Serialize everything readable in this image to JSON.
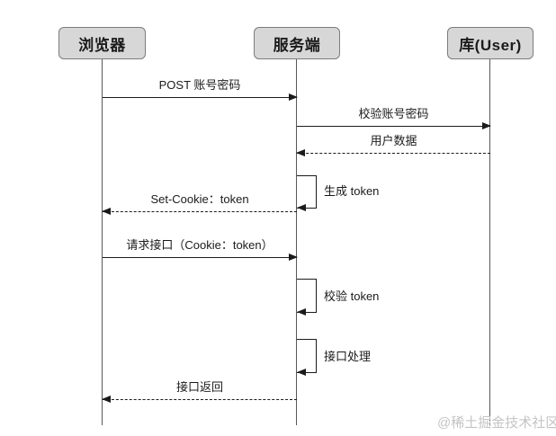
{
  "diagram": {
    "type": "sequence",
    "actors": [
      {
        "id": "browser",
        "label": "浏览器"
      },
      {
        "id": "server",
        "label": "服务端"
      },
      {
        "id": "db",
        "label": "库(User)"
      }
    ],
    "messages": [
      {
        "label": "POST 账号密码",
        "from": "browser",
        "to": "server",
        "line": "solid"
      },
      {
        "label": "校验账号密码",
        "from": "server",
        "to": "db",
        "line": "solid"
      },
      {
        "label": "用户数据",
        "from": "db",
        "to": "server",
        "line": "dashed"
      },
      {
        "label": "生成 token",
        "from": "server",
        "to": "server",
        "line": "self"
      },
      {
        "label": "Set-Cookie：token",
        "from": "server",
        "to": "browser",
        "line": "dashed"
      },
      {
        "label": "请求接口（Cookie：token）",
        "from": "browser",
        "to": "server",
        "line": "solid"
      },
      {
        "label": "校验 token",
        "from": "server",
        "to": "server",
        "line": "self"
      },
      {
        "label": "接口处理",
        "from": "server",
        "to": "server",
        "line": "self"
      },
      {
        "label": "接口返回",
        "from": "server",
        "to": "browser",
        "line": "dashed"
      }
    ],
    "watermark": "@稀土掘金技术社区"
  },
  "colors": {
    "background": "#ffffff",
    "actor_fill": "#d7d7d7",
    "actor_border": "#7c7c7c",
    "ink": "#1b1b1b",
    "lifeline": "#585858",
    "watermark": "#c4c4c4"
  }
}
